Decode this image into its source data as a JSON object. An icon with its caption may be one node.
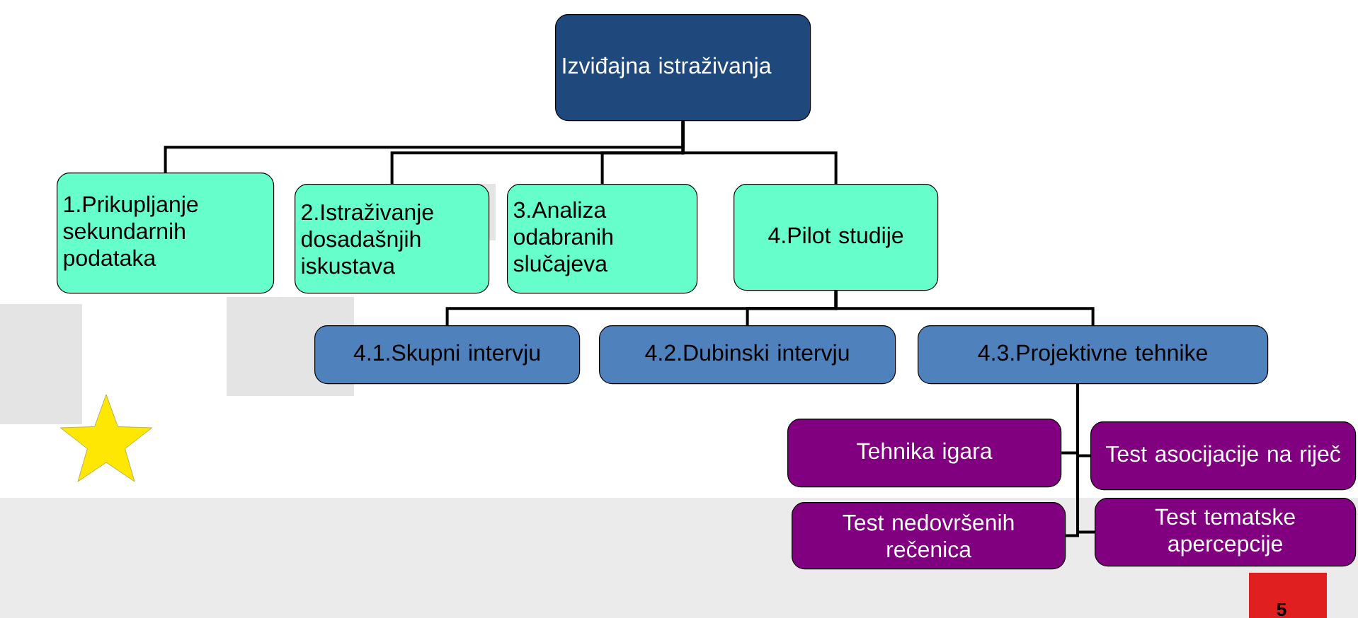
{
  "diagram": {
    "nodes": [
      {
        "text": [
          "Izviđajna istraživanja"
        ]
      },
      {
        "text": [
          "1.Prikupljanje sekundarnih podataka"
        ]
      },
      {
        "text": [
          "2.Istraživanje dosadašnjih iskustava"
        ]
      },
      {
        "text": [
          "3.Analiza odabranih slučajeva"
        ]
      },
      {
        "text": [
          "4.Pilot studije"
        ]
      },
      {
        "text": [
          "4.1.Skupni intervju"
        ]
      },
      {
        "text": [
          "4.2.Dubinski intervju"
        ]
      },
      {
        "text": [
          "4.3.Projektivne tehnike"
        ]
      },
      {
        "text": [
          "Tehnika igara"
        ]
      },
      {
        "text": [
          "Test nedovršenih rečenica"
        ]
      },
      {
        "text": [
          "Test asocijacije na riječ"
        ]
      },
      {
        "text": [
          "Test tematske apercepcije"
        ]
      }
    ],
    "edges": [
      {
        "from": 0,
        "to": 1,
        "arrow": "none"
      },
      {
        "from": 0,
        "to": 2,
        "arrow": "none"
      },
      {
        "from": 0,
        "to": 3,
        "arrow": "none"
      },
      {
        "from": 0,
        "to": 4,
        "arrow": "none"
      },
      {
        "from": 4,
        "to": 5,
        "arrow": "none"
      },
      {
        "from": 4,
        "to": 6,
        "arrow": "none"
      },
      {
        "from": 4,
        "to": 7,
        "arrow": "none"
      },
      {
        "from": 7,
        "to": 8,
        "arrow": "none"
      },
      {
        "from": 7,
        "to": 9,
        "arrow": "none"
      },
      {
        "from": 7,
        "to": 10,
        "arrow": "none"
      },
      {
        "from": 7,
        "to": 11,
        "arrow": "none"
      }
    ],
    "labels": [
      "5"
    ]
  }
}
